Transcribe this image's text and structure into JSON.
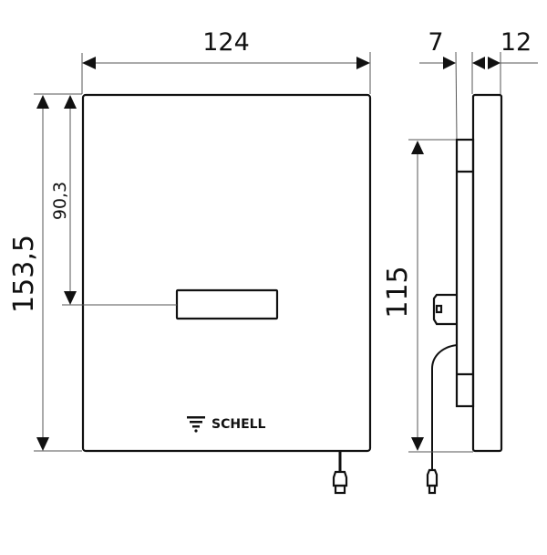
{
  "drawing": {
    "type": "technical-dimension-drawing",
    "product_brand": "SCHELL",
    "colors": {
      "line": "#111111",
      "extension_line": "#555555",
      "background": "#ffffff"
    },
    "front_view": {
      "logo": {
        "icon": "schell-logo-icon",
        "text": "SCHELL"
      },
      "dimensions": {
        "width": "124",
        "height": "153,5",
        "sensor_offset": "90,3"
      }
    },
    "side_view": {
      "dimensions": {
        "mount_depth": "7",
        "plate_depth": "12",
        "mount_height": "115"
      }
    }
  }
}
